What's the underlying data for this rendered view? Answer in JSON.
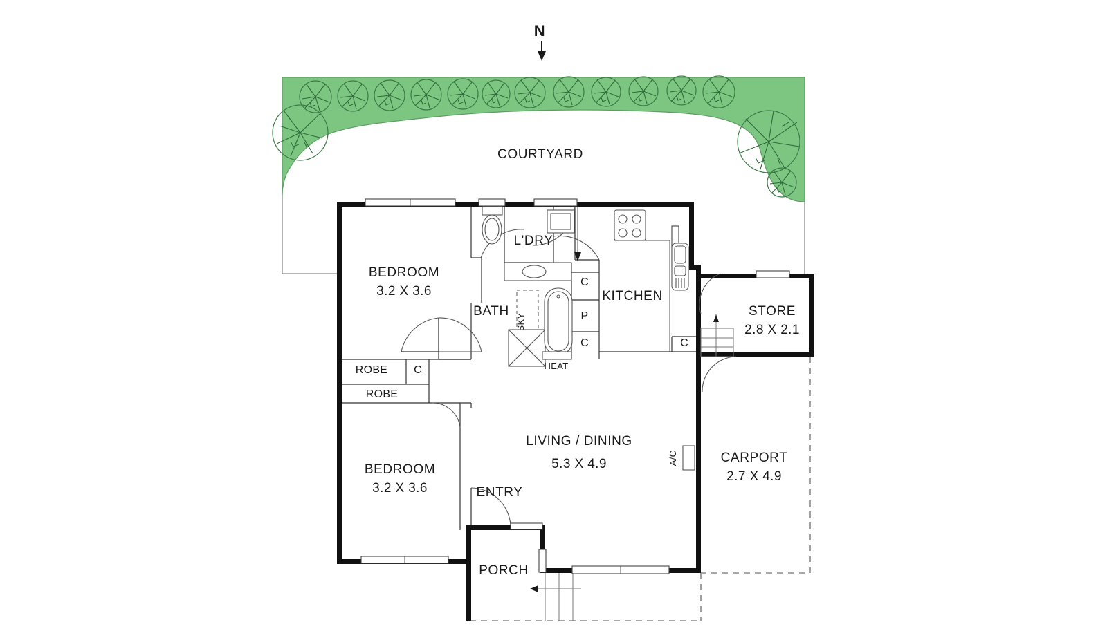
{
  "plan": {
    "orientation_label": "N",
    "orientation_icon": "north-arrow-down-icon",
    "outdoor": {
      "courtyard_label": "COURTYARD",
      "garden_color": "#7cc681",
      "garden_outline_color": "#5e9c63",
      "tree_icon": "tree-plan-icon",
      "tree_count": 16
    },
    "rooms": [
      {
        "id": "bedroom-1",
        "name": "BEDROOM",
        "dimensions": "3.2 X 3.6"
      },
      {
        "id": "bedroom-2",
        "name": "BEDROOM",
        "dimensions": "3.2 X 3.6"
      },
      {
        "id": "bath",
        "name": "BATH",
        "dimensions": ""
      },
      {
        "id": "laundry",
        "name": "L'DRY",
        "dimensions": ""
      },
      {
        "id": "kitchen",
        "name": "KITCHEN",
        "dimensions": ""
      },
      {
        "id": "living-dining",
        "name": "LIVING / DINING",
        "dimensions": "5.3 X 4.9"
      },
      {
        "id": "store",
        "name": "STORE",
        "dimensions": "2.8 X 2.1"
      },
      {
        "id": "carport",
        "name": "CARPORT",
        "dimensions": "2.7 X 4.9"
      },
      {
        "id": "entry",
        "name": "ENTRY",
        "dimensions": ""
      },
      {
        "id": "porch",
        "name": "PORCH",
        "dimensions": ""
      }
    ],
    "annotations": {
      "robe_upper": "ROBE",
      "robe_lower": "ROBE",
      "cupboard_robe": "C",
      "cupboard_bath_top": "C",
      "pantry": "P",
      "cupboard_bath_bottom": "C",
      "cupboard_kitchen": "C",
      "heater": "HEAT",
      "skylight": "SKY",
      "air_conditioner": "A/C"
    },
    "fixtures": {
      "toilet": "toilet-icon",
      "basin": "basin-icon",
      "bath_tub": "bathtub-icon",
      "shower": "shower-icon",
      "cooktop": "cooktop-icon",
      "sink": "kitchen-sink-icon",
      "laundry_trough": "laundry-trough-icon",
      "steps": "steps-icon"
    }
  }
}
